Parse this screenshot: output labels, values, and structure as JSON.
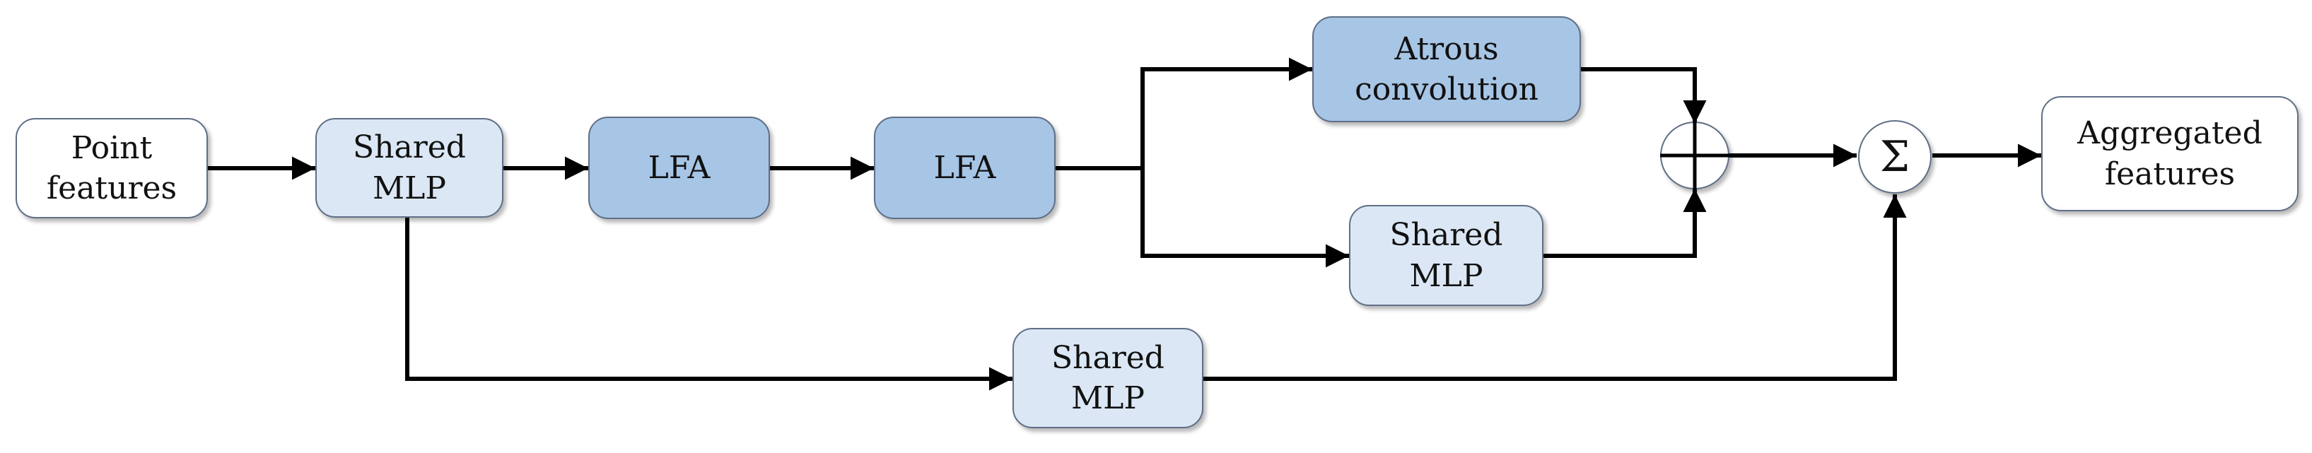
{
  "nodes": {
    "point_features": {
      "line1": "Point",
      "line2": "features"
    },
    "shared_mlp_1": {
      "line1": "Shared",
      "line2": "MLP"
    },
    "lfa_1": {
      "label": "LFA"
    },
    "lfa_2": {
      "label": "LFA"
    },
    "atrous_conv": {
      "line1": "Atrous",
      "line2": "convolution"
    },
    "shared_mlp_2": {
      "line1": "Shared",
      "line2": "MLP"
    },
    "shared_mlp_3": {
      "line1": "Shared",
      "line2": "MLP"
    },
    "sum": {
      "symbol": "Σ"
    },
    "aggregated_features": {
      "line1": "Aggregated",
      "line2": "features"
    }
  },
  "colors": {
    "line": "#000000",
    "white_fill": "#ffffff",
    "light_fill": "#dbe7f4",
    "mid_fill": "#a7c5e5",
    "border": "#5f6f86"
  }
}
